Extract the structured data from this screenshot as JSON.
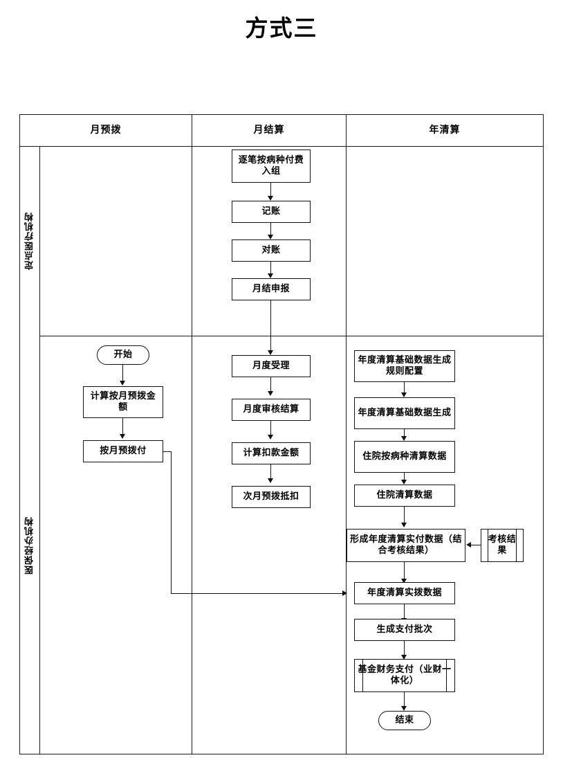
{
  "title": "方式三",
  "lanes": [
    {
      "id": "provider",
      "label": "定点医疗机构"
    },
    {
      "id": "insurer",
      "label": "医保经办机构"
    }
  ],
  "columns": [
    {
      "id": "monthly-advance",
      "label": "月预拨"
    },
    {
      "id": "monthly-settlement",
      "label": "月结算"
    },
    {
      "id": "annual-settlement",
      "label": "年清算"
    }
  ],
  "nodes": {
    "n01": {
      "text": "逐笔按病种付费入组",
      "shape": "process"
    },
    "n02": {
      "text": "记账",
      "shape": "process"
    },
    "n03": {
      "text": "对账",
      "shape": "process"
    },
    "n04": {
      "text": "月结申报",
      "shape": "process"
    },
    "n05": {
      "text": "开始",
      "shape": "terminator"
    },
    "n06": {
      "text": "计算按月预拨金额",
      "shape": "process"
    },
    "n07": {
      "text": "按月预拨付",
      "shape": "process"
    },
    "n08": {
      "text": "月度受理",
      "shape": "process"
    },
    "n09": {
      "text": "月度审核结算",
      "shape": "process"
    },
    "n10": {
      "text": "计算扣款金额",
      "shape": "process"
    },
    "n11": {
      "text": "次月预拨抵扣",
      "shape": "process"
    },
    "n12": {
      "text": "年度清算基础数据生成规则配置",
      "shape": "process"
    },
    "n13": {
      "text": "年度清算基础数据生成",
      "shape": "process"
    },
    "n14": {
      "text": "住院按病种清算数据",
      "shape": "process"
    },
    "n15": {
      "text": "住院清算数据",
      "shape": "process"
    },
    "n16": {
      "text": "形成年度清算实付数据（结合考核结果）",
      "shape": "process"
    },
    "n17": {
      "text": "考核结果",
      "shape": "predefined-process"
    },
    "n18": {
      "text": "年度清算实拨数据",
      "shape": "process"
    },
    "n19": {
      "text": "生成支付批次",
      "shape": "process"
    },
    "n20": {
      "text": "基金财务支付（业财一体化）",
      "shape": "predefined-process"
    },
    "n21": {
      "text": "结束",
      "shape": "terminator"
    }
  },
  "edges": [
    {
      "from": "n01",
      "to": "n02"
    },
    {
      "from": "n02",
      "to": "n03"
    },
    {
      "from": "n03",
      "to": "n04"
    },
    {
      "from": "n04",
      "to": "n08"
    },
    {
      "from": "n05",
      "to": "n06"
    },
    {
      "from": "n06",
      "to": "n07"
    },
    {
      "from": "n07",
      "to": "n18"
    },
    {
      "from": "n08",
      "to": "n09"
    },
    {
      "from": "n09",
      "to": "n10"
    },
    {
      "from": "n10",
      "to": "n11"
    },
    {
      "from": "n12",
      "to": "n13"
    },
    {
      "from": "n13",
      "to": "n14"
    },
    {
      "from": "n14",
      "to": "n15"
    },
    {
      "from": "n15",
      "to": "n16"
    },
    {
      "from": "n17",
      "to": "n16"
    },
    {
      "from": "n16",
      "to": "n18"
    },
    {
      "from": "n18",
      "to": "n19"
    },
    {
      "from": "n19",
      "to": "n20"
    },
    {
      "from": "n20",
      "to": "n21"
    }
  ],
  "colors": {
    "line": "#111111",
    "background": "#ffffff",
    "text": "#000000"
  }
}
